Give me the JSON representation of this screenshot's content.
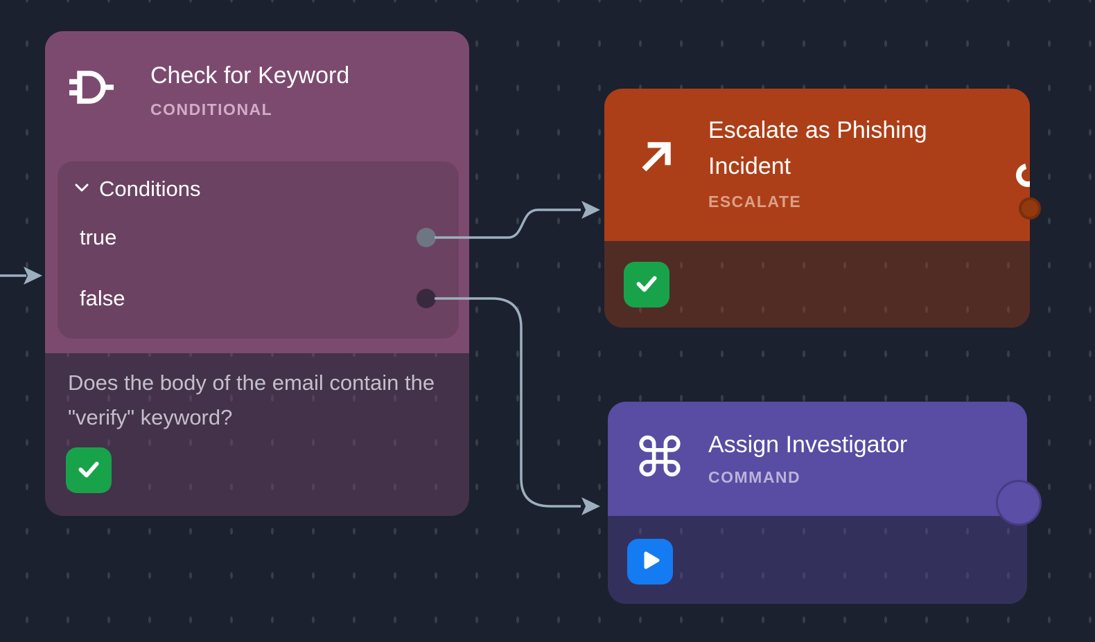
{
  "canvas": {
    "background": "#1B212E",
    "grid_dash_color": "rgba(200,204,210,0.17)",
    "edge_color": "#9DAFBF"
  },
  "nodes": {
    "conditional": {
      "title": "Check for Keyword",
      "type_label": "CONDITIONAL",
      "icon": "logic-gate-icon",
      "accent": "#7D4A6F",
      "panel": {
        "conditions_label": "Conditions",
        "outputs": [
          {
            "label": "true",
            "port_color": "#6E7683"
          },
          {
            "label": "false",
            "port_color": "#38293F"
          }
        ]
      },
      "description": "Does the body of the email contain the \"verify\" keyword?",
      "status_icon": "check-icon",
      "status_color": "#18A34B"
    },
    "escalate": {
      "title": "Escalate as Phishing Incident",
      "type_label": "ESCALATE",
      "icon": "arrow-up-right-icon",
      "accent": "#AC3F18",
      "status_icon": "check-icon",
      "status_color": "#18A34B",
      "port_color": "#93390F"
    },
    "command": {
      "title": "Assign Investigator",
      "type_label": "COMMAND",
      "icon": "command-icon",
      "accent": "#584CA3",
      "status_icon": "play-icon",
      "status_color": "#157BF2",
      "port_color": "#5B4EA6"
    }
  },
  "edges": [
    {
      "name": "incoming-edge",
      "from": "offscreen-left",
      "to": "conditional"
    },
    {
      "name": "true-edge",
      "from": "conditional.true",
      "to": "escalate"
    },
    {
      "name": "false-edge",
      "from": "conditional.false",
      "to": "command"
    }
  ]
}
